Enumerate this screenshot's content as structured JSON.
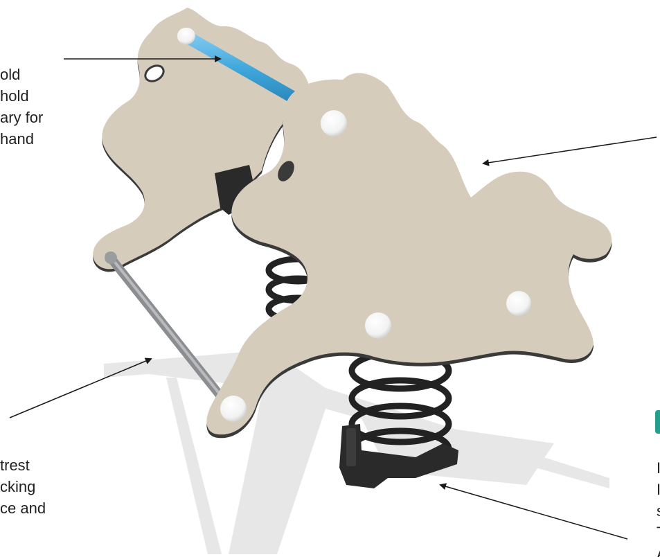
{
  "annotations": {
    "handhold": {
      "lines": [
        "old",
        "hold",
        "ary for",
        "hand"
      ]
    },
    "footrest": {
      "lines": [
        "trest",
        "cking",
        "ce and"
      ]
    },
    "right_cut": {
      "lines": [
        "I",
        "I",
        "s",
        "T",
        "A"
      ]
    }
  },
  "colors": {
    "panel": "#d6ccbb",
    "panel_edge": "#3a3a3a",
    "handle_bar": "#3ea6db",
    "foot_bar": "#8b8d90",
    "spring": "#222222",
    "base": "#2a2a2a",
    "knob": "#fafafa",
    "arrow": "#1a1a1a",
    "shadow": "#e3e3e3",
    "accent": "#22a08c"
  }
}
